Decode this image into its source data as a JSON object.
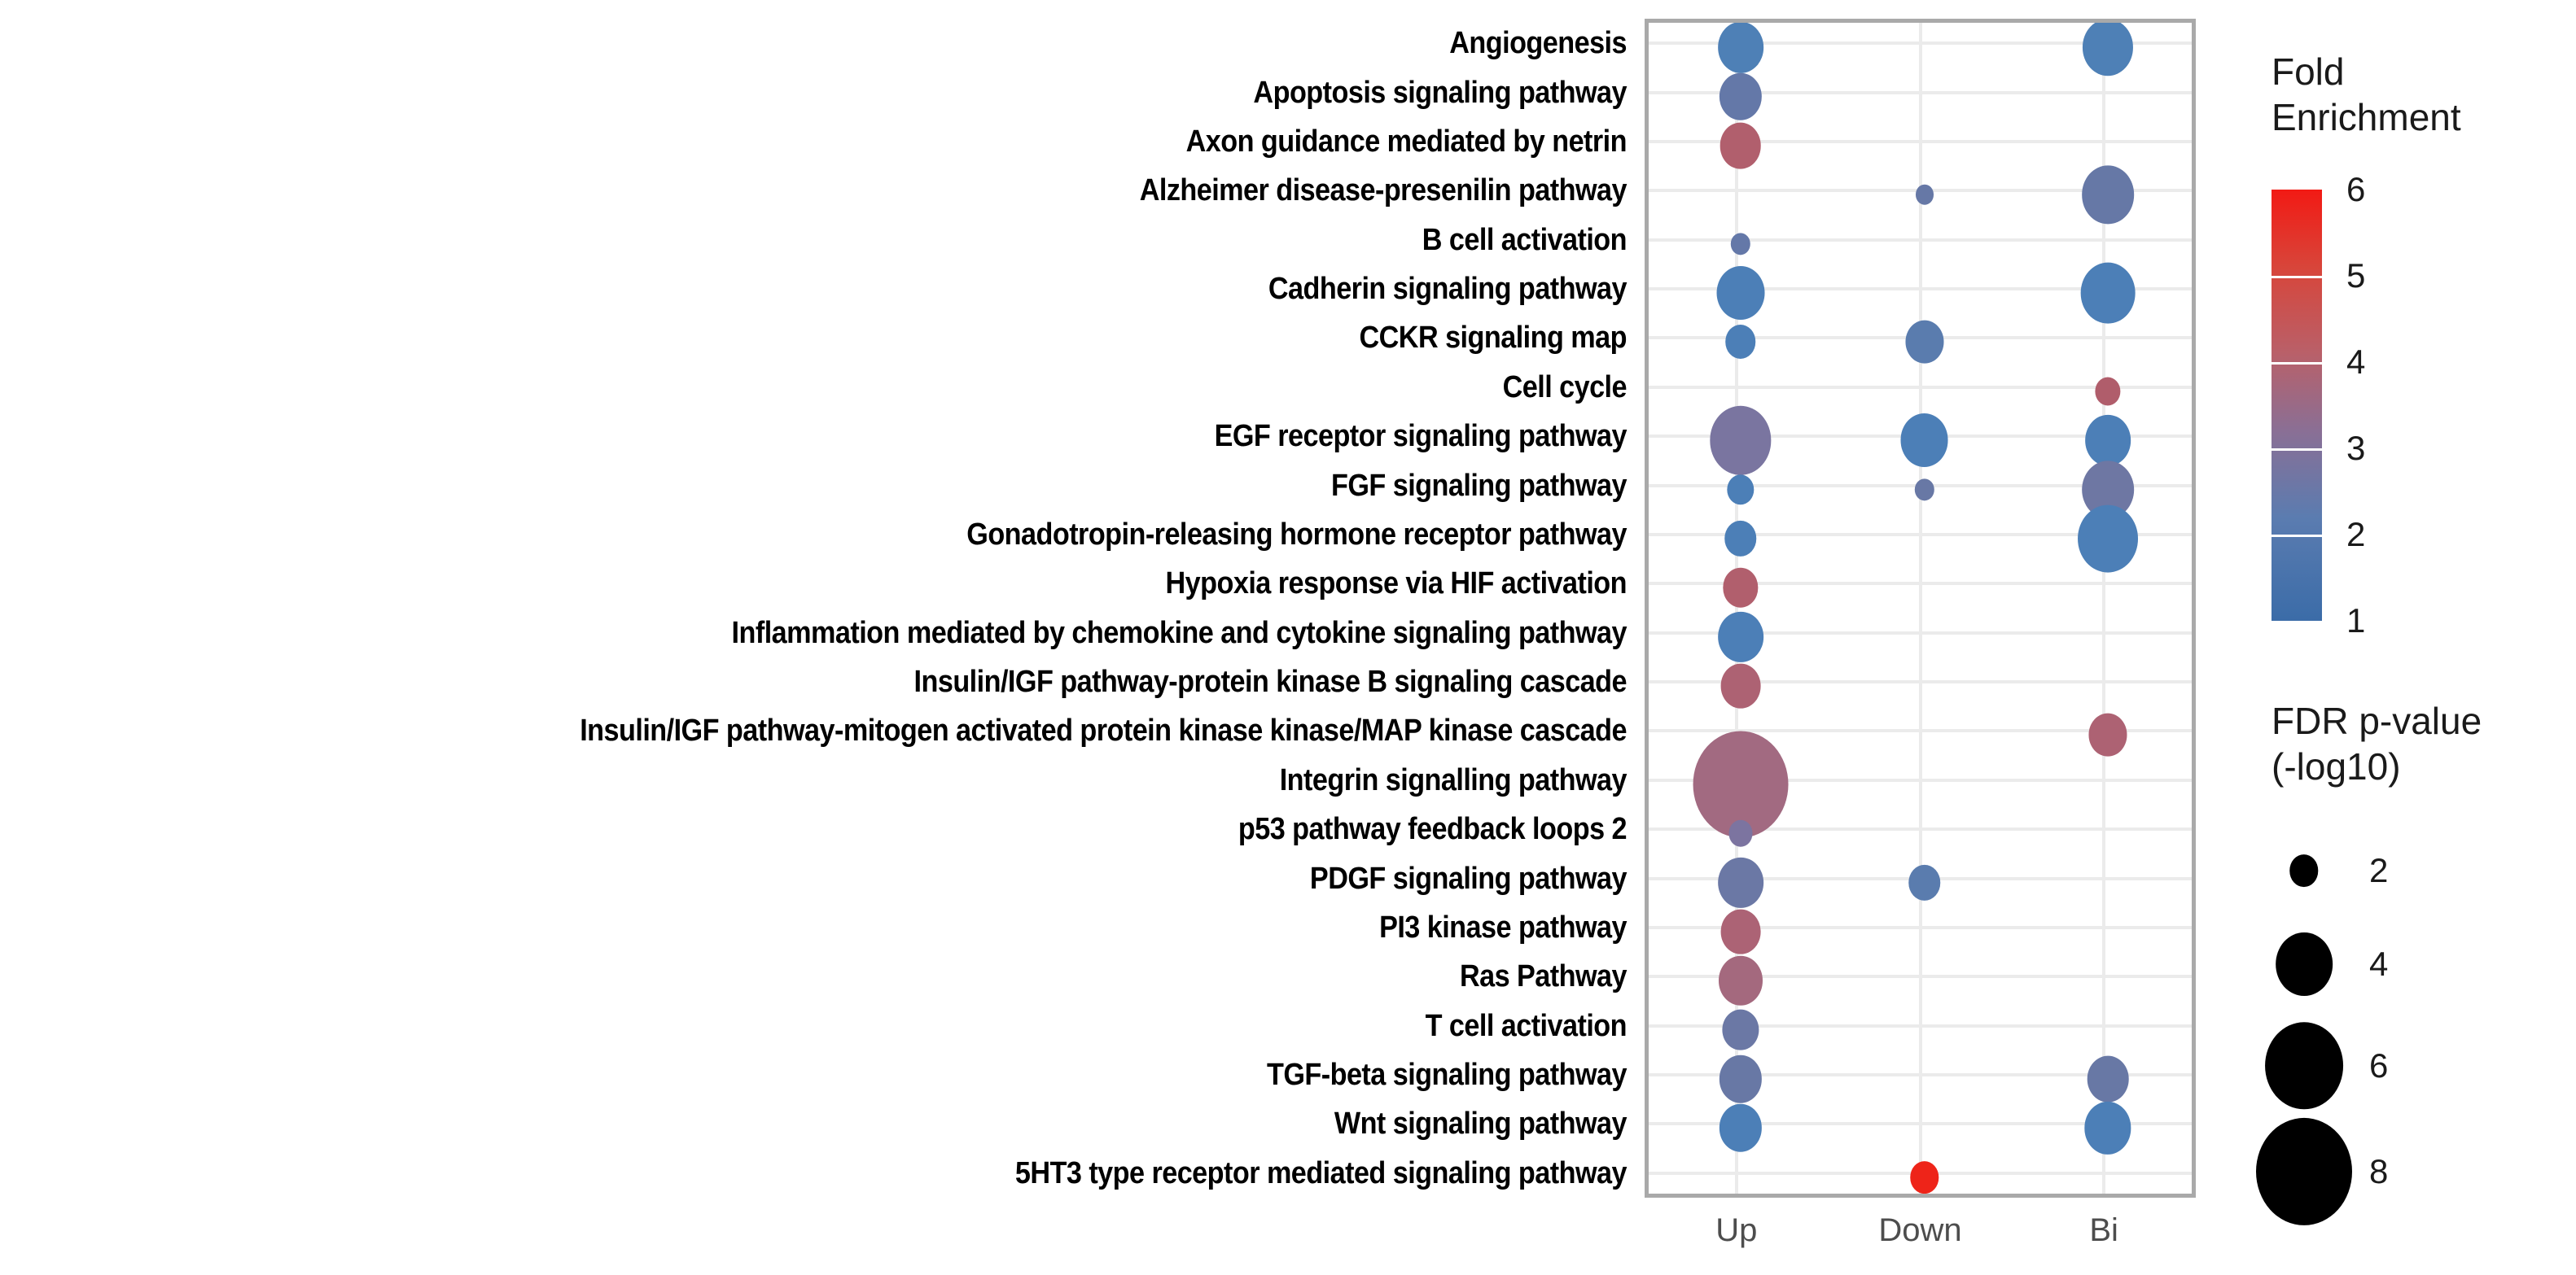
{
  "chart_data": {
    "type": "scatter",
    "title": "",
    "subtitle": "",
    "xlabel": "",
    "ylabel": "",
    "grid": true,
    "legend_position": "right",
    "x_categories": [
      "Up",
      "Down",
      "Bi"
    ],
    "y_categories": [
      "Angiogenesis",
      "Apoptosis signaling pathway",
      "Axon guidance mediated by netrin",
      "Alzheimer disease-presenilin pathway",
      "B cell activation",
      "Cadherin signaling pathway",
      "CCKR signaling map",
      "Cell cycle",
      "EGF receptor signaling pathway",
      "FGF signaling pathway",
      "Gonadotropin-releasing hormone receptor pathway",
      "Hypoxia response via HIF activation",
      "Inflammation mediated by chemokine and cytokine signaling pathway",
      "Insulin/IGF pathway-protein kinase B signaling cascade",
      "Insulin/IGF pathway-mitogen activated protein kinase kinase/MAP kinase cascade",
      "Integrin signalling pathway",
      "p53 pathway feedback loops 2",
      "PDGF signaling pathway",
      "PI3 kinase pathway",
      "Ras Pathway",
      "T cell activation",
      "TGF-beta signaling pathway",
      "Wnt signaling pathway",
      "5HT3 type receptor mediated signaling pathway"
    ],
    "color_legend": {
      "title_line1": "Fold",
      "title_line2": "Enrichment",
      "ticks": [
        6,
        5,
        4,
        3,
        2,
        1
      ],
      "vmin": 1,
      "vmax": 6,
      "low_color": "#3b6ca8",
      "high_color": "#f21a14"
    },
    "size_legend": {
      "title_line1": "FDR p-value",
      "title_line2": "(-log10)",
      "ticks": [
        2,
        4,
        6,
        8
      ]
    },
    "points": [
      {
        "y": "Angiogenesis",
        "x": "Up",
        "fold_enrichment": 1.9,
        "fdr": 3.1,
        "color": "#4e80b6"
      },
      {
        "y": "Angiogenesis",
        "x": "Bi",
        "fold_enrichment": 1.8,
        "fdr": 3.5,
        "color": "#4e80b6"
      },
      {
        "y": "Apoptosis signaling pathway",
        "x": "Up",
        "fold_enrichment": 2.6,
        "fdr": 2.9,
        "color": "#6478a8"
      },
      {
        "y": "Axon guidance mediated by netrin",
        "x": "Up",
        "fold_enrichment": 3.9,
        "fdr": 2.8,
        "color": "#b15f6d"
      },
      {
        "y": "Alzheimer disease-presenilin pathway",
        "x": "Down",
        "fold_enrichment": 2.7,
        "fdr": 1.4,
        "color": "#6678a6"
      },
      {
        "y": "Alzheimer disease-presenilin pathway",
        "x": "Bi",
        "fold_enrichment": 2.7,
        "fdr": 3.6,
        "color": "#6678a6"
      },
      {
        "y": "B cell activation",
        "x": "Up",
        "fold_enrichment": 2.6,
        "fdr": 1.5,
        "color": "#6478a8"
      },
      {
        "y": "Cadherin signaling pathway",
        "x": "Up",
        "fold_enrichment": 1.8,
        "fdr": 3.3,
        "color": "#4c7fb7"
      },
      {
        "y": "Cadherin signaling pathway",
        "x": "Bi",
        "fold_enrichment": 1.8,
        "fdr": 3.8,
        "color": "#4c7fb7"
      },
      {
        "y": "CCKR signaling map",
        "x": "Up",
        "fold_enrichment": 1.8,
        "fdr": 2.1,
        "color": "#4c7fb7"
      },
      {
        "y": "CCKR signaling map",
        "x": "Down",
        "fold_enrichment": 2.3,
        "fdr": 2.6,
        "color": "#5a7cae"
      },
      {
        "y": "Cell cycle",
        "x": "Bi",
        "fold_enrichment": 4.0,
        "fdr": 1.8,
        "color": "#b05d6b"
      },
      {
        "y": "EGF receptor signaling pathway",
        "x": "Up",
        "fold_enrichment": 3.0,
        "fdr": 4.4,
        "color": "#7a75a0"
      },
      {
        "y": "EGF receptor signaling pathway",
        "x": "Down",
        "fold_enrichment": 2.0,
        "fdr": 3.3,
        "color": "#4c7fb7"
      },
      {
        "y": "EGF receptor signaling pathway",
        "x": "Bi",
        "fold_enrichment": 2.0,
        "fdr": 3.1,
        "color": "#4c7fb7"
      },
      {
        "y": "FGF signaling pathway",
        "x": "Up",
        "fold_enrichment": 2.0,
        "fdr": 1.9,
        "color": "#4c7fb7"
      },
      {
        "y": "FGF signaling pathway",
        "x": "Down",
        "fold_enrichment": 2.8,
        "fdr": 1.5,
        "color": "#6878a5"
      },
      {
        "y": "FGF signaling pathway",
        "x": "Bi",
        "fold_enrichment": 2.9,
        "fdr": 3.6,
        "color": "#6e77a3"
      },
      {
        "y": "Gonadotropin-releasing hormone receptor pathway",
        "x": "Up",
        "fold_enrichment": 1.9,
        "fdr": 2.2,
        "color": "#4c7fb7"
      },
      {
        "y": "Gonadotropin-releasing hormone receptor pathway",
        "x": "Bi",
        "fold_enrichment": 1.9,
        "fdr": 4.3,
        "color": "#4c7fb7"
      },
      {
        "y": "Hypoxia response via HIF activation",
        "x": "Up",
        "fold_enrichment": 3.9,
        "fdr": 2.4,
        "color": "#b15f6d"
      },
      {
        "y": "Inflammation mediated by chemokine and cytokine signaling pathway",
        "x": "Up",
        "fold_enrichment": 1.9,
        "fdr": 3.1,
        "color": "#4c7fb7"
      },
      {
        "y": "Insulin/IGF pathway-protein kinase B signaling cascade",
        "x": "Up",
        "fold_enrichment": 3.9,
        "fdr": 2.7,
        "color": "#ad6273"
      },
      {
        "y": "Insulin/IGF pathway-mitogen activated protein kinase kinase/MAP kinase cascade",
        "x": "Bi",
        "fold_enrichment": 4.0,
        "fdr": 2.6,
        "color": "#ad6273"
      },
      {
        "y": "Integrin signalling pathway",
        "x": "Up",
        "fold_enrichment": 3.6,
        "fdr": 7.9,
        "color": "#a26a81"
      },
      {
        "y": "p53 pathway feedback loops 2",
        "x": "Up",
        "fold_enrichment": 3.1,
        "fdr": 1.7,
        "color": "#7c74a0"
      },
      {
        "y": "PDGF signaling pathway",
        "x": "Up",
        "fold_enrichment": 2.6,
        "fdr": 3.1,
        "color": "#6b78a5"
      },
      {
        "y": "PDGF signaling pathway",
        "x": "Down",
        "fold_enrichment": 2.3,
        "fdr": 2.2,
        "color": "#5a7cae"
      },
      {
        "y": "PI3 kinase pathway",
        "x": "Up",
        "fold_enrichment": 3.8,
        "fdr": 2.7,
        "color": "#ac6375"
      },
      {
        "y": "Ras Pathway",
        "x": "Up",
        "fold_enrichment": 3.6,
        "fdr": 3.0,
        "color": "#a4697e"
      },
      {
        "y": "T cell activation",
        "x": "Up",
        "fold_enrichment": 2.6,
        "fdr": 2.5,
        "color": "#6b78a5"
      },
      {
        "y": "TGF-beta signaling pathway",
        "x": "Up",
        "fold_enrichment": 2.7,
        "fdr": 2.9,
        "color": "#6878a5"
      },
      {
        "y": "TGF-beta signaling pathway",
        "x": "Bi",
        "fold_enrichment": 2.7,
        "fdr": 2.8,
        "color": "#6878a5"
      },
      {
        "y": "Wnt signaling pathway",
        "x": "Up",
        "fold_enrichment": 2.0,
        "fdr": 2.9,
        "color": "#4c7fb7"
      },
      {
        "y": "Wnt signaling pathway",
        "x": "Bi",
        "fold_enrichment": 2.0,
        "fdr": 3.2,
        "color": "#4c7fb7"
      },
      {
        "y": "5HT3 type receptor mediated signaling pathway",
        "x": "Down",
        "fold_enrichment": 6.0,
        "fdr": 2.0,
        "color": "#ee2419"
      }
    ]
  }
}
